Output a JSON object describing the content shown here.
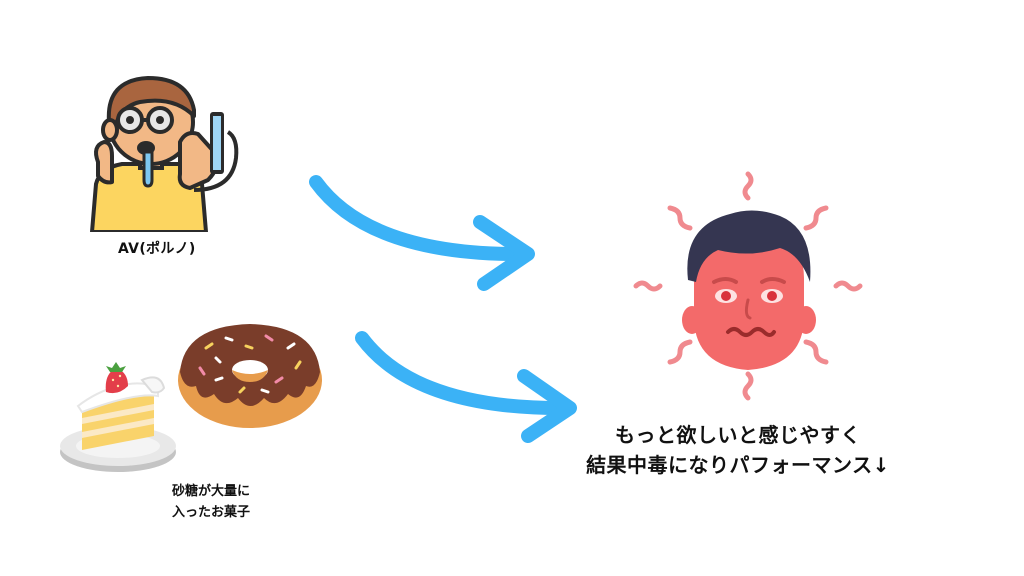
{
  "sources": {
    "av": {
      "label": "AV(ポルノ)",
      "icon": "man-watching-screen-drooling-icon"
    },
    "sweets": {
      "label_line1": "砂糖が大量に",
      "label_line2": "入ったお菓子",
      "icons": [
        "strawberry-shortcake-icon",
        "chocolate-donut-icon"
      ]
    }
  },
  "result": {
    "line1": "もっと欲しいと感じやすく",
    "line2": "結果中毒になりパフォーマンス↓",
    "icon": "addicted-red-face-icon"
  },
  "colors": {
    "arrow": "#3bb2f6",
    "face": "#f36a6a",
    "squiggle": "#f08a8f",
    "background": "#ffffff"
  }
}
